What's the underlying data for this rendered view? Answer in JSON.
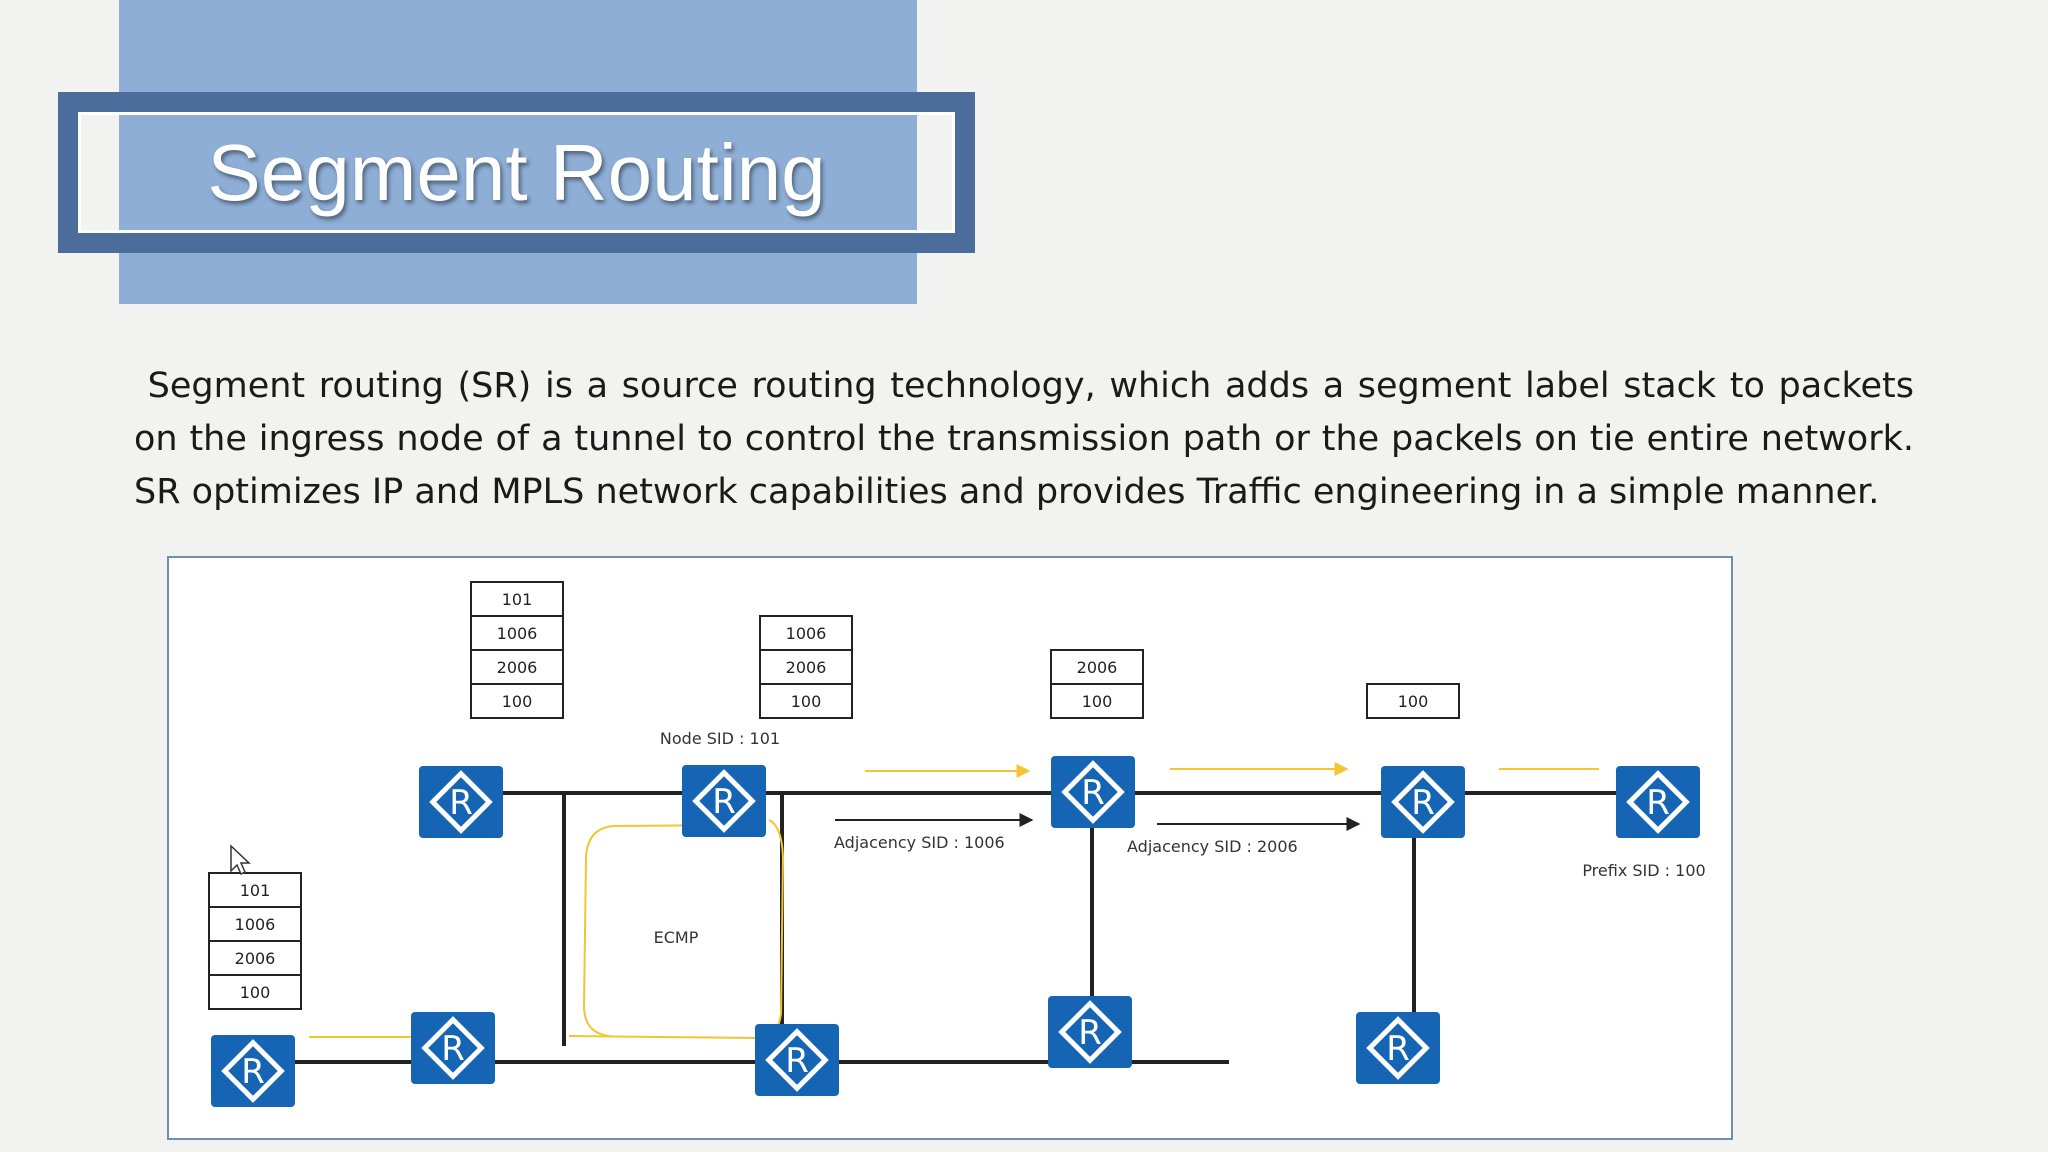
{
  "slide": {
    "title": "Segment Routing",
    "intro": "Segment routing (SR) is a source routing technology, which adds a segment label stack to packets on the ingress node of a tunnel to control the transmission path or the packels on tie entire network. SR optimizes IP and MPLS network capabilities and provides Traffic engineering in a simple manner."
  },
  "diagram": {
    "router_glyph": "R",
    "labels": {
      "node_sid": "Node SID : 101",
      "adj1": "Adjacency SID : 1006",
      "adj2": "Adjacency SID : 2006",
      "prefix": "Prefix SID : 100",
      "ecmp": "ECMP"
    },
    "stacks": {
      "ingress": [
        "101",
        "1006",
        "2006",
        "100"
      ],
      "r1": [
        "101",
        "1006",
        "2006",
        "100"
      ],
      "r2": [
        "1006",
        "2006",
        "100"
      ],
      "r3": [
        "2006",
        "100"
      ],
      "r4": [
        "100"
      ]
    },
    "colors": {
      "router": "#1565b4",
      "link": "#222222",
      "path": "#f2c531"
    }
  }
}
